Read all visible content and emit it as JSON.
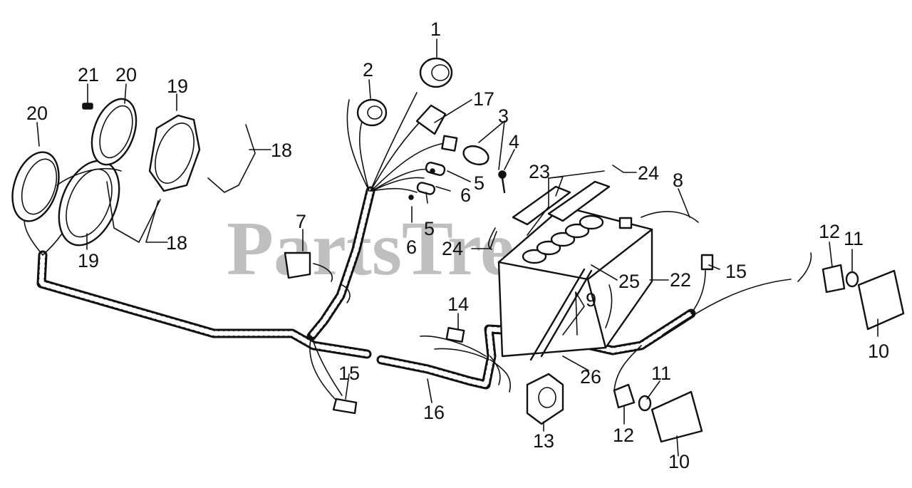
{
  "watermark": "PartsTree",
  "callouts": [
    "1",
    "2",
    "3",
    "4",
    "5",
    "5",
    "6",
    "6",
    "7",
    "8",
    "9",
    "10",
    "10",
    "11",
    "11",
    "12",
    "12",
    "13",
    "14",
    "15",
    "15",
    "16",
    "17",
    "18",
    "18",
    "19",
    "19",
    "20",
    "20",
    "21",
    "22",
    "23",
    "24",
    "24",
    "25",
    "26"
  ]
}
